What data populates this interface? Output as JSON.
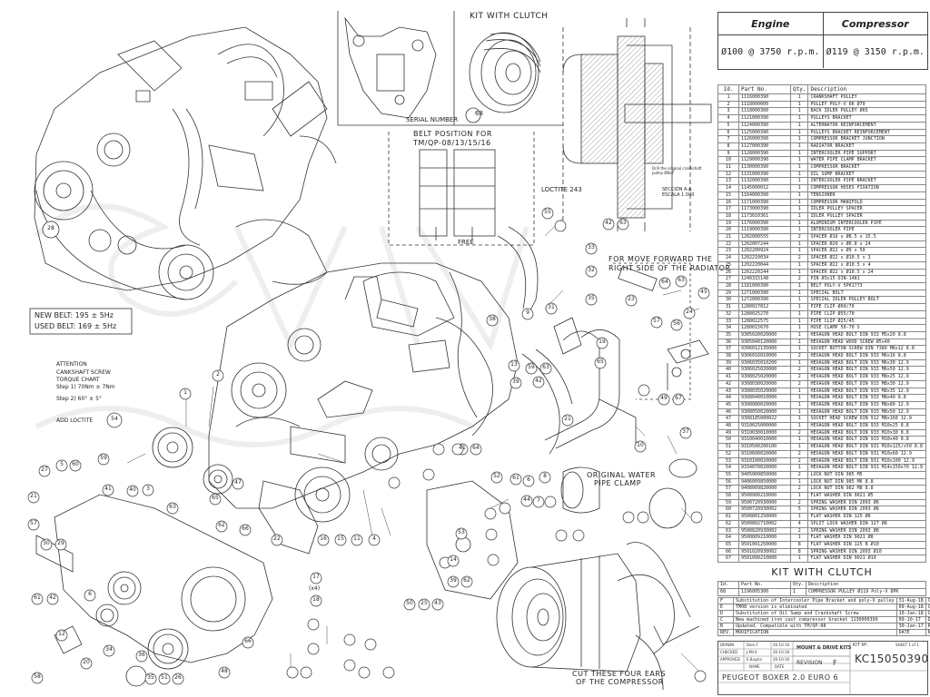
{
  "header": {
    "col_engine": "Engine",
    "col_compressor": "Compressor",
    "engine_pulley": "Ø100 @ 3750 r.p.m.",
    "compressor_pulley": "Ø119 @ 3150 r.p.m."
  },
  "parts_table": {
    "headers": [
      "Id.",
      "Part No.",
      "Qty.",
      "Description"
    ],
    "rows": [
      [
        "1",
        "1116000390",
        "1",
        "CRANKSHAFT PULLEY"
      ],
      [
        "2",
        "1118000000",
        "1",
        "PULLEY POLY-V 6K Ø70"
      ],
      [
        "3",
        "1118000300",
        "1",
        "BACK IDLER PULLEY Ø65"
      ],
      [
        "4",
        "1121000390",
        "1",
        "PULLEYS BRACKET"
      ],
      [
        "5",
        "1124000390",
        "1",
        "ALTERNATOR REINFORCEMENT"
      ],
      [
        "6",
        "1125000390",
        "1",
        "PULLEYS BRACKET REINFORCEMENT"
      ],
      [
        "7",
        "1126000390",
        "1",
        "COMPRESSOR BRACKET JUNCTION"
      ],
      [
        "8",
        "1127000390",
        "1",
        "RADIATOR BRACKET"
      ],
      [
        "9",
        "1128000390",
        "1",
        "INTERCOOLER PIPE SUPPORT"
      ],
      [
        "10",
        "1129000390",
        "1",
        "WATER PIPE CLAMP BRACKET"
      ],
      [
        "11",
        "1130000390",
        "1",
        "COMPRESSOR BRACKET"
      ],
      [
        "12",
        "1131000390",
        "1",
        "OIL SUMP BRACKET"
      ],
      [
        "13",
        "1132000390",
        "1",
        "INTERCOOLER PIPE BRACKET"
      ],
      [
        "14",
        "1145000012",
        "1",
        "COMPRESSOR HOSES FIXATION"
      ],
      [
        "15",
        "1164000390",
        "1",
        "TENSIONER"
      ],
      [
        "16",
        "1171000390",
        "1",
        "COMPRESSOR MANIFOLD"
      ],
      [
        "17",
        "1173000390",
        "1",
        "IDLER PULLEY SPACER"
      ],
      [
        "18",
        "1173010361",
        "1",
        "IDLER PULLEY SPACER"
      ],
      [
        "19",
        "1176000390",
        "1",
        "ALUMINIUM INTERCOOLER PIPE"
      ],
      [
        "20",
        "1119000390",
        "1",
        "INTERCOOLER PIPE"
      ],
      [
        "21",
        "1202000555",
        "2",
        "SPACER Ø16 x Ø8.5 x 15.5"
      ],
      [
        "22",
        "1202007244",
        "1",
        "SPACER Ø20 x Ø6.8 x 24"
      ],
      [
        "23",
        "1202200924",
        "1",
        "SPACER Ø22 x Ø9 x 50"
      ],
      [
        "24",
        "1202210034",
        "2",
        "SPACER Ø22 x Ø10.5 x 3"
      ],
      [
        "25",
        "1202220044",
        "1",
        "SPACER Ø22 x Ø10.5 x 4"
      ],
      [
        "26",
        "1202220244",
        "1",
        "SPACER Ø22 x Ø10.5 x 24"
      ],
      [
        "27",
        "1240315148",
        "2",
        "PIN Ø3x15 DIN-1481"
      ],
      [
        "28",
        "1181000390",
        "1",
        "BELT POLY-V 5PK1773"
      ],
      [
        "29",
        "1271000390",
        "1",
        "SPECIAL BOLT"
      ],
      [
        "30",
        "1272000390",
        "1",
        "SPECIAL IDLER PULLEY BOLT"
      ],
      [
        "31",
        "1280027812",
        "1",
        "PIPE CLIP Ø60/70"
      ],
      [
        "32",
        "1280025270",
        "1",
        "PIPE CLIP Ø55/70"
      ],
      [
        "33",
        "1280022575",
        "1",
        "PIPE CLIP Ø25/45"
      ],
      [
        "34",
        "1280015670",
        "1",
        "HOSE CLAMP 50-70 S"
      ],
      [
        "35",
        "9305020020000",
        "1",
        "HEXAGON HEAD BOLT DIN 933 M5x20 8.8"
      ],
      [
        "36",
        "9305040120000",
        "1",
        "HEXAGON HEAD WOOD SCREW Ø5x40"
      ],
      [
        "37",
        "9306012135000",
        "1",
        "SOCKET BUTTON SCREW DIN 7380 M6x12 8.8"
      ],
      [
        "38",
        "9306016010000",
        "2",
        "HEXAGON HEAD BOLT DIN 933 M6x16 8.8"
      ],
      [
        "39",
        "9306035010200",
        "1",
        "HEXAGON HEAD BOLT DIN 933 M6x30 12.9"
      ],
      [
        "40",
        "9306025020000",
        "2",
        "HEXAGON HEAD BOLT DIN 933 M6x50 12.9"
      ],
      [
        "41",
        "9308025020000",
        "2",
        "HEXAGON HEAD BOLT DIN 933 M8x25 12.9"
      ],
      [
        "42",
        "9308030020000",
        "2",
        "HEXAGON HEAD BOLT DIN 933 M8x30 12.9"
      ],
      [
        "43",
        "9308035020000",
        "1",
        "HEXAGON HEAD BOLT DIN 933 M8x35 12.9"
      ],
      [
        "44",
        "9308040010000",
        "1",
        "HEXAGON HEAD BOLT DIN 933 M8x40 8.8"
      ],
      [
        "45",
        "9308080020000",
        "1",
        "HEXAGON HEAD BOLT DIN 933 M8x80 12.9"
      ],
      [
        "46",
        "9308050020000",
        "1",
        "HEXAGON HEAD BOLT DIN 933 M8x50 12.9"
      ],
      [
        "47",
        "9308185000022",
        "1",
        "SOCKET HEAD SCREW DIN 912 M8x160 12.9"
      ],
      [
        "48",
        "9310025000000",
        "1",
        "HEXAGON HEAD BOLT DIN 933 M10x25 8.8"
      ],
      [
        "49",
        "9310030010000",
        "2",
        "HEXAGON HEAD BOLT DIN 933 M10x30 8.8"
      ],
      [
        "50",
        "9310040010000",
        "1",
        "HEXAGON HEAD BOLT DIN 933 M10x40 8.8"
      ],
      [
        "51",
        "9310500200100",
        "1",
        "HEXAGON HEAD BOLT DIN 931 M10x125/x50 8.8"
      ],
      [
        "52",
        "9310600020000",
        "2",
        "HEXAGON HEAD BOLT DIN 931 M10x60 12.9"
      ],
      [
        "53",
        "9310100020000",
        "2",
        "HEXAGON HEAD BOLT DIN 931 M10x100 12.9"
      ],
      [
        "54",
        "9334070020000",
        "1",
        "HEXAGON HEAD BOLT DIN 931 M14x150x70 12.9"
      ],
      [
        "55",
        "9405009850000",
        "2",
        "LOCK NUT DIN 985 M5"
      ],
      [
        "56",
        "9406009850000",
        "1",
        "LOCK NUT DIN 985 M6 8.8"
      ],
      [
        "57",
        "9408009820000",
        "2",
        "LOCK NUT DIN 982 M8 8.8"
      ],
      [
        "58",
        "9500900210000",
        "1",
        "FLAT WASHER DIN 9021 Ø5"
      ],
      [
        "59",
        "9500720930000",
        "2",
        "SPRING WASHER DIN 2093 Ø6"
      ],
      [
        "60",
        "9500720930002",
        "5",
        "SPRING WASHER DIN 2093 Ø8"
      ],
      [
        "61",
        "9500801250000",
        "1",
        "FLAT WASHER DIN 125 Ø8"
      ],
      [
        "62",
        "9500802710002",
        "4",
        "SPLIT LOCK WASHER DIN 127 Ø8"
      ],
      [
        "63",
        "9500820930002",
        "2",
        "SPRING WASHER DIN 2093 Ø8"
      ],
      [
        "64",
        "9500809210000",
        "1",
        "FLAT WASHER DIN 9021 Ø8"
      ],
      [
        "65",
        "9501001250000",
        "8",
        "FLAT WASHER DIN 125 B Ø10"
      ],
      [
        "66",
        "9501020930002",
        "8",
        "SPRING WASHER DIN 2093 Ø10"
      ],
      [
        "67",
        "9501090210000",
        "1",
        "FLAT WASHER DIN 9021 Ø10"
      ]
    ]
  },
  "kit_with_clutch": {
    "title": "KIT WITH CLUTCH",
    "headers": [
      "Id.",
      "Part No.",
      "Qty.",
      "Description"
    ],
    "rows": [
      [
        "68",
        "1196005300",
        "1",
        "COMPRESSOR PULLEY Ø119 Poly-V 8PK"
      ]
    ]
  },
  "revisions": [
    [
      "F",
      "Substitution of Intercooler Pipe Bracket and poly-V pulley",
      "31-Aug-18",
      "C.Gonzalez"
    ],
    [
      "E",
      "TM08 version is eliminated",
      "09-Aug-18",
      "C.Gonzalez"
    ],
    [
      "D",
      "Substitution of Oil Sump and Crankshaft Screw",
      "10-Jan-18",
      "C.Gonzalez"
    ],
    [
      "C",
      "New machined iron cast compressor bracket 1130000390",
      "09-10-17",
      "Dani.F"
    ],
    [
      "B",
      "Updated. Compatible with TM/QP-08",
      "30-Jan-17",
      "R.Rodriguez"
    ],
    [
      "REV.",
      "MODIFICATION",
      "DATE",
      "NAME"
    ]
  ],
  "title_block": {
    "drawn": "DRAWN",
    "checked": "CHECKED",
    "approved": "APPROVED",
    "drawn_by": "Dani.F",
    "checked_by": "J.Mirit",
    "approved_by": "E.Bugria",
    "drawn_date": "26-10-16",
    "checked_date": "26-10-16",
    "approved_date": "26-10-16",
    "name_label": "NAME",
    "date_label": "DATE",
    "dept": "MOUNT & DRIVE KITS",
    "revision_label": "REVISION",
    "revision": "F",
    "kit_label": "KIT Nº.",
    "sheet": "SHEET  1  of  1",
    "kit_no": "KC15050390",
    "model": "PEUGEOT BOXER 2.0 EURO 6"
  },
  "callouts": {
    "kit_clutch_top": "KIT WITH CLUTCH",
    "serial_number": "SERIAL NUMBER",
    "belt_position_1": "BELT POSITION FOR",
    "belt_position_2": "TM/QP-08/13/15/16",
    "free": "FREE",
    "loctite_243": "LOCTITE 243",
    "drill_note": "Drill the original crankshaft pulley Ø8x7",
    "section": "SECCIÓN A-A",
    "escala": "ESCALA 1.000",
    "move_forward_1": "FOR MOVE FORWARD THE",
    "move_forward_2": "RIGHT SIDE OF THE RADIATOR",
    "new_belt": "NEW BELT:  195 ± 5Hz",
    "used_belt": "USED BELT: 169 ± 5Hz",
    "attention": "ATTENTION",
    "crank_screw": "CANKSHAFT SCREW",
    "torque_chart": "TORQUE CHART",
    "step1": "Step 1)   70Nm ± 7Nm",
    "step2": "Step 2)   60° ± 5°",
    "add_loctite": "ADD LOCTITE",
    "original_water_1": "ORIGINAL WATER",
    "original_water_2": "PIPE CLAMP",
    "cut_ears_1": "CUT THESE FOUR EARS",
    "cut_ears_2": "OF THE COMPRESSOR",
    "x4": "(x4)"
  },
  "balloons": [
    "68",
    "55",
    "42",
    "63",
    "33",
    "32",
    "35",
    "31",
    "23",
    "64",
    "63",
    "45",
    "24",
    "57",
    "56",
    "19",
    "65",
    "49",
    "67",
    "37",
    "10",
    "28",
    "13",
    "59",
    "63",
    "42",
    "38",
    "39",
    "9",
    "21",
    "41",
    "64",
    "52",
    "6",
    "61",
    "8",
    "44",
    "7",
    "54",
    "1",
    "2",
    "27",
    "5",
    "60",
    "41",
    "40",
    "59",
    "21",
    "57",
    "30",
    "29",
    "3",
    "63",
    "62",
    "66",
    "65",
    "47",
    "61",
    "42",
    "6",
    "12",
    "20",
    "34",
    "36",
    "58",
    "35",
    "51",
    "26",
    "48",
    "66",
    "17",
    "18",
    "15",
    "11",
    "4",
    "22",
    "16",
    "50",
    "25",
    "43",
    "39",
    "62",
    "14",
    "53",
    "48"
  ]
}
